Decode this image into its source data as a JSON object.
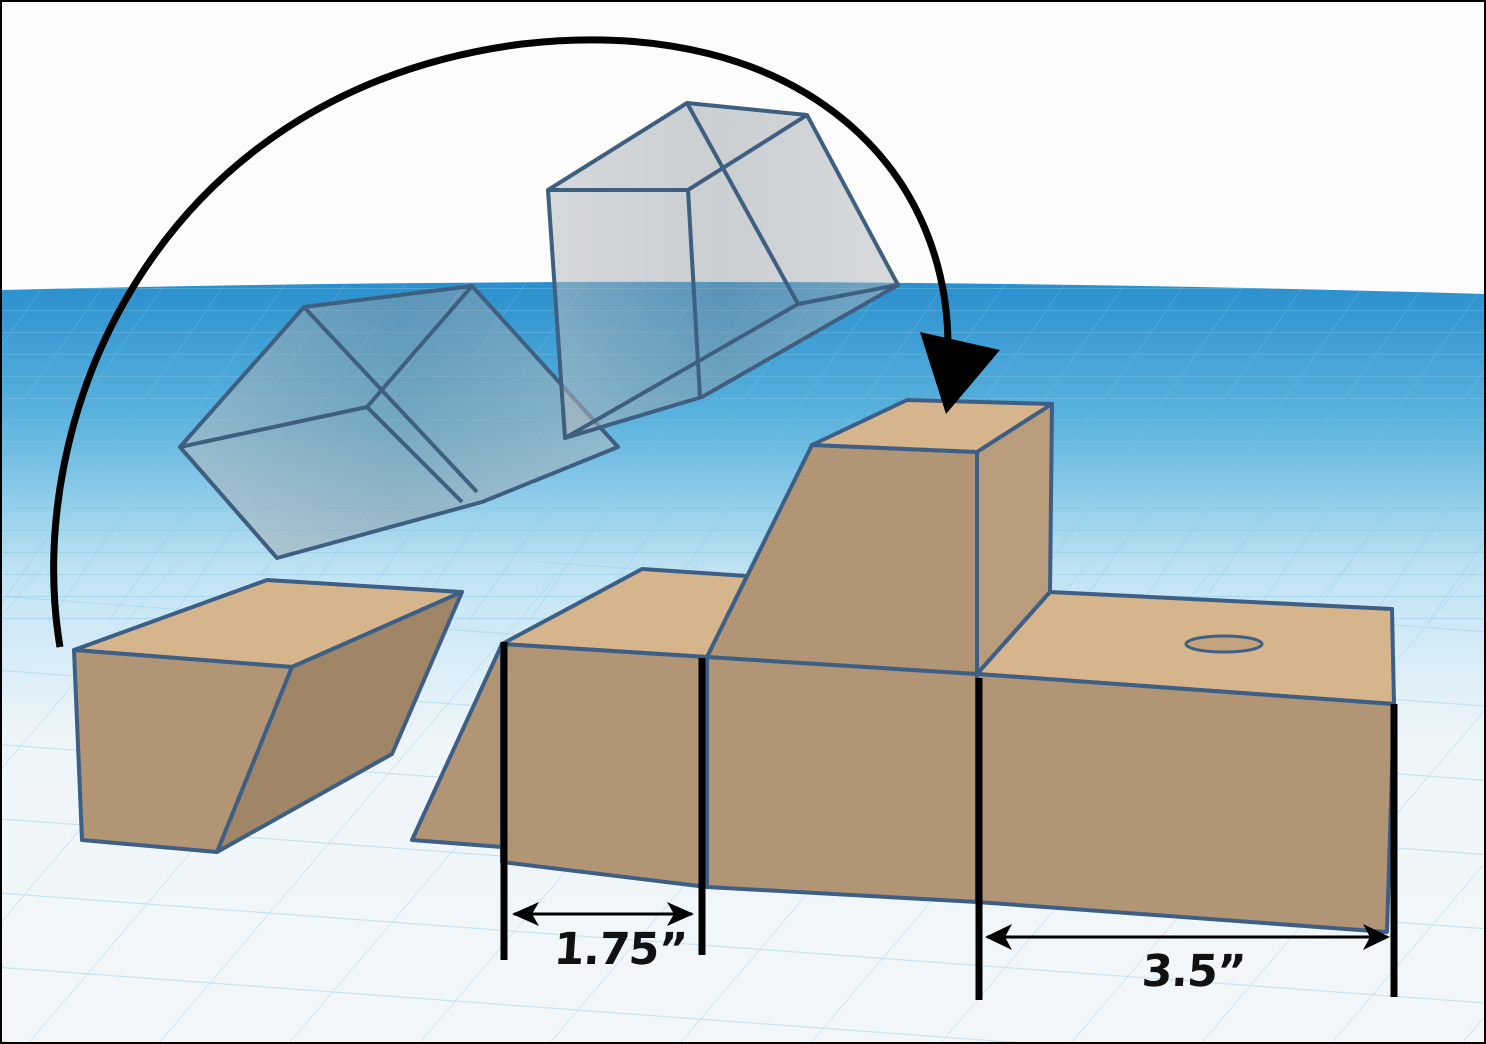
{
  "scene": {
    "description": "3D modeling workplane with tan solid blocks and translucent gray rotating wedge",
    "colors": {
      "background": "#fcfcfc",
      "grid_far": "#2a93cf",
      "grid_near": "#eef4f8",
      "grid_line": "#8cc9e6",
      "solid_top": "#d6b48c",
      "solid_front": "#b19575",
      "solid_side": "#a08666",
      "edge": "#3e5f85",
      "ghost_fill": "#9aa6ae",
      "annotation": "#000000"
    },
    "objects": [
      {
        "name": "loose-wedge-block",
        "type": "solid"
      },
      {
        "name": "ghost-wedge-rotated-1",
        "type": "translucent"
      },
      {
        "name": "ghost-wedge-rotated-2",
        "type": "translucent"
      },
      {
        "name": "assembled-model",
        "type": "solid",
        "features": [
          "ramp-front",
          "raised-tower",
          "cylindrical-hole"
        ]
      }
    ]
  },
  "annotations": {
    "rotation_arrow": "curved arrow from loose block over to tower top",
    "dimension_left": {
      "label": "1.75”"
    },
    "dimension_right": {
      "label": "3.5”"
    }
  }
}
